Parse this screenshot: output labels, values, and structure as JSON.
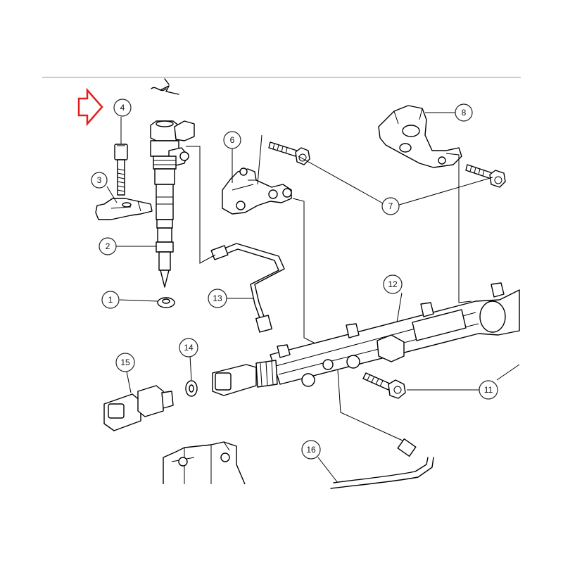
{
  "colors": {
    "arrow": "#e0201e",
    "highlight_callout": "#2b2f8f",
    "line": "#000000"
  },
  "icons": {
    "indicator": "red-outline-arrow-icon"
  },
  "callouts": [
    {
      "id": "c4",
      "label": "4"
    },
    {
      "id": "c3",
      "label": "3",
      "highlighted": true
    },
    {
      "id": "c2",
      "label": "2"
    },
    {
      "id": "c1",
      "label": "1"
    },
    {
      "id": "c6",
      "label": "6"
    },
    {
      "id": "c7",
      "label": "7"
    },
    {
      "id": "c8",
      "label": "8"
    },
    {
      "id": "c12",
      "label": "12"
    },
    {
      "id": "c13",
      "label": "13"
    },
    {
      "id": "c14",
      "label": "14"
    },
    {
      "id": "c15",
      "label": "15"
    },
    {
      "id": "c11",
      "label": "11"
    },
    {
      "id": "c16",
      "label": "16"
    }
  ]
}
